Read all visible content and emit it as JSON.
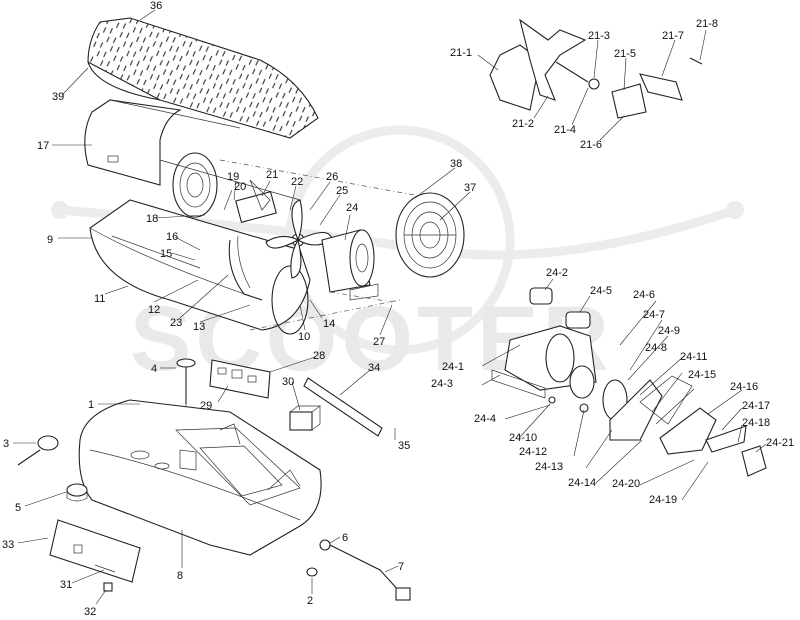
{
  "watermark": {
    "text": "SCOOTER"
  },
  "labels": [
    {
      "id": "36",
      "text": "36"
    },
    {
      "id": "39",
      "text": "39"
    },
    {
      "id": "17",
      "text": "17"
    },
    {
      "id": "19",
      "text": "19"
    },
    {
      "id": "20",
      "text": "20"
    },
    {
      "id": "21",
      "text": "21"
    },
    {
      "id": "22",
      "text": "22"
    },
    {
      "id": "26",
      "text": "26"
    },
    {
      "id": "25",
      "text": "25"
    },
    {
      "id": "24",
      "text": "24"
    },
    {
      "id": "38",
      "text": "38"
    },
    {
      "id": "37",
      "text": "37"
    },
    {
      "id": "18",
      "text": "18"
    },
    {
      "id": "9",
      "text": "9"
    },
    {
      "id": "16",
      "text": "16"
    },
    {
      "id": "15",
      "text": "15"
    },
    {
      "id": "11",
      "text": "11"
    },
    {
      "id": "12",
      "text": "12"
    },
    {
      "id": "23",
      "text": "23"
    },
    {
      "id": "13",
      "text": "13"
    },
    {
      "id": "10",
      "text": "10"
    },
    {
      "id": "14",
      "text": "14"
    },
    {
      "id": "27",
      "text": "27"
    },
    {
      "id": "28",
      "text": "28"
    },
    {
      "id": "4",
      "text": "4"
    },
    {
      "id": "29",
      "text": "29"
    },
    {
      "id": "30",
      "text": "30"
    },
    {
      "id": "34",
      "text": "34"
    },
    {
      "id": "1",
      "text": "1"
    },
    {
      "id": "35",
      "text": "35"
    },
    {
      "id": "3",
      "text": "3"
    },
    {
      "id": "5",
      "text": "5"
    },
    {
      "id": "6",
      "text": "6"
    },
    {
      "id": "33",
      "text": "33"
    },
    {
      "id": "8",
      "text": "8"
    },
    {
      "id": "7",
      "text": "7"
    },
    {
      "id": "31",
      "text": "31"
    },
    {
      "id": "2",
      "text": "2"
    },
    {
      "id": "32",
      "text": "32"
    },
    {
      "id": "21-1",
      "text": "21-1"
    },
    {
      "id": "21-3",
      "text": "21-3"
    },
    {
      "id": "21-5",
      "text": "21-5"
    },
    {
      "id": "21-7",
      "text": "21-7"
    },
    {
      "id": "21-8",
      "text": "21-8"
    },
    {
      "id": "21-2",
      "text": "21-2"
    },
    {
      "id": "21-4",
      "text": "21-4"
    },
    {
      "id": "21-6",
      "text": "21-6"
    },
    {
      "id": "24-2",
      "text": "24-2"
    },
    {
      "id": "24-5",
      "text": "24-5"
    },
    {
      "id": "24-6",
      "text": "24-6"
    },
    {
      "id": "24-7",
      "text": "24-7"
    },
    {
      "id": "24-9",
      "text": "24-9"
    },
    {
      "id": "24-8",
      "text": "24-8"
    },
    {
      "id": "24-1",
      "text": "24-1"
    },
    {
      "id": "24-11",
      "text": "24-11"
    },
    {
      "id": "24-3",
      "text": "24-3"
    },
    {
      "id": "24-15",
      "text": "24-15"
    },
    {
      "id": "24-16",
      "text": "24-16"
    },
    {
      "id": "24-17",
      "text": "24-17"
    },
    {
      "id": "24-18",
      "text": "24-18"
    },
    {
      "id": "24-4",
      "text": "24-4"
    },
    {
      "id": "24-10",
      "text": "24-10"
    },
    {
      "id": "24-21",
      "text": "24-21"
    },
    {
      "id": "24-12",
      "text": "24-12"
    },
    {
      "id": "24-13",
      "text": "24-13"
    },
    {
      "id": "24-14",
      "text": "24-14"
    },
    {
      "id": "24-20",
      "text": "24-20"
    },
    {
      "id": "24-19",
      "text": "24-19"
    }
  ]
}
